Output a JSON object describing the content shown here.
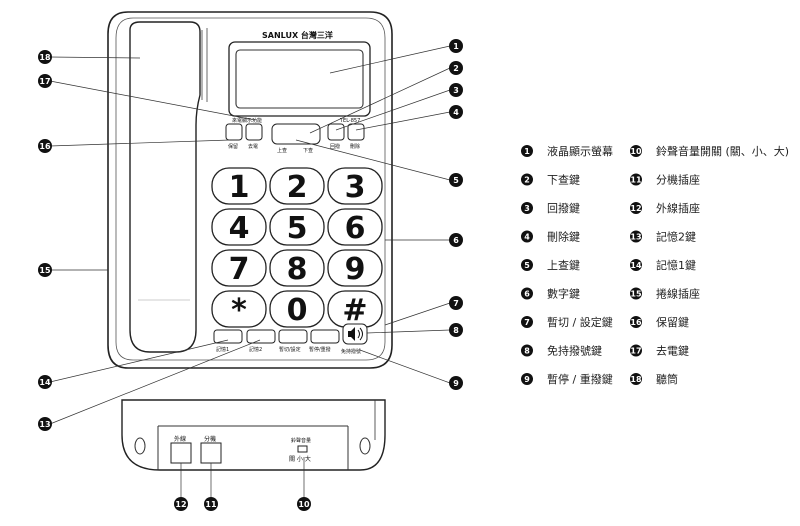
{
  "brand": "SANLUX 台灣三洋",
  "model": "TEL-857",
  "caller_id_text": "來電顯示功能",
  "button_captions": {
    "hold": "保留",
    "outgoing": "去電",
    "up": "上查",
    "down": "下查",
    "redial": "回撥",
    "delete": "刪除",
    "memory1": "記憶1",
    "memory2": "記憶2",
    "flash_set": "暫切/設定",
    "pause_redial": "暫停/重撥",
    "speaker": "免持撥號"
  },
  "keypad": [
    "1",
    "2",
    "3",
    "4",
    "5",
    "6",
    "7",
    "8",
    "9",
    "*",
    "0",
    "#"
  ],
  "back_labels": {
    "external_line": "外線",
    "extension": "分機",
    "ringer_title": "鈴聲音量",
    "ringer_options": "關 小 大"
  },
  "legend": [
    {
      "num": "1",
      "text": "液晶顯示螢幕"
    },
    {
      "num": "2",
      "text": "下查鍵"
    },
    {
      "num": "3",
      "text": "回撥鍵"
    },
    {
      "num": "4",
      "text": "刪除鍵"
    },
    {
      "num": "5",
      "text": "上查鍵"
    },
    {
      "num": "6",
      "text": "數字鍵"
    },
    {
      "num": "7",
      "text": "暫切 / 設定鍵"
    },
    {
      "num": "8",
      "text": "免持撥號鍵"
    },
    {
      "num": "9",
      "text": "暫停 / 重撥鍵"
    },
    {
      "num": "10",
      "text": "鈴聲音量開關 (關、小、大)"
    },
    {
      "num": "11",
      "text": "分機插座"
    },
    {
      "num": "12",
      "text": "外線插座"
    },
    {
      "num": "13",
      "text": "記憶2鍵"
    },
    {
      "num": "14",
      "text": "記憶1鍵"
    },
    {
      "num": "15",
      "text": "捲線插座"
    },
    {
      "num": "16",
      "text": "保留鍵"
    },
    {
      "num": "17",
      "text": "去電鍵"
    },
    {
      "num": "18",
      "text": "聽筒"
    }
  ],
  "callout_numbers": [
    "1",
    "2",
    "3",
    "4",
    "5",
    "6",
    "7",
    "8",
    "9",
    "10",
    "11",
    "12",
    "13",
    "14",
    "15",
    "16",
    "17",
    "18"
  ]
}
